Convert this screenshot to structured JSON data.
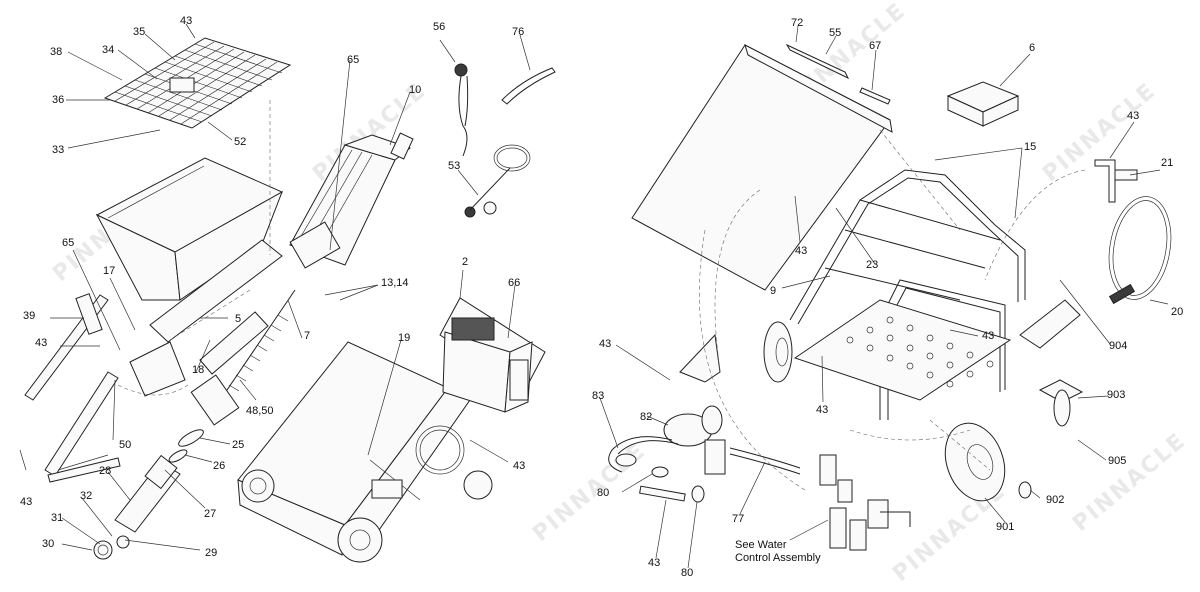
{
  "watermark": "PINNACLE",
  "left_assembly": {
    "labels": [
      "43",
      "35",
      "38",
      "34",
      "36",
      "33",
      "52",
      "56",
      "76",
      "65",
      "10",
      "53",
      "2",
      "66",
      "65",
      "17",
      "39",
      "43",
      "5",
      "7",
      "13,14",
      "19",
      "18",
      "48,50",
      "25",
      "26",
      "27",
      "28",
      "32",
      "31",
      "30",
      "29",
      "43",
      "50",
      "43"
    ]
  },
  "right_assembly": {
    "labels": [
      "72",
      "55",
      "67",
      "6",
      "43",
      "15",
      "21",
      "43",
      "23",
      "9",
      "43",
      "904",
      "20",
      "43",
      "82",
      "83",
      "80",
      "43",
      "903",
      "905",
      "77",
      "902",
      "901",
      "43",
      "80"
    ]
  },
  "note": {
    "line1": "See Water",
    "line2": "Control Assembly"
  }
}
